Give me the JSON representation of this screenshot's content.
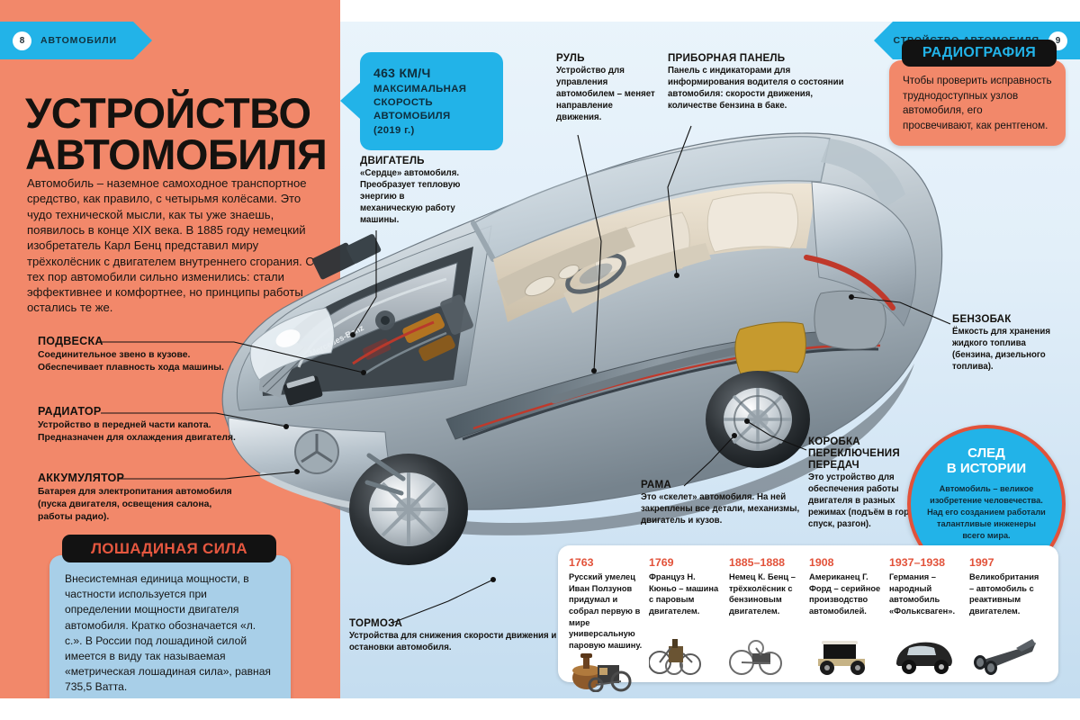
{
  "header": {
    "left_page": "8",
    "left_title": "АВТОМОБИЛИ",
    "right_title": "УСТРОЙСТВО АВТОМОБИЛЯ",
    "right_page": "9"
  },
  "headline": "УСТРОЙСТВО АВТОМОБИЛЯ",
  "intro": "Автомобиль – наземное самоходное транспортное средство, как правило, с четырьмя колёсами. Это чудо технической мысли, как ты уже знаешь, появилось в конце XIX века. В 1885 году немецкий изобретатель Карл Бенц представил миру трёхколёсник с двигателем внутреннего сгорания. С тех пор автомобили сильно изменились: стали эффективнее и комфортнее, но принципы работы остались те же.",
  "speed_flag": {
    "value": "463 КМ/Ч",
    "line1": "МАКСИМАЛЬНАЯ",
    "line2": "СКОРОСТЬ",
    "line3": "АВТОМОБИЛЯ",
    "line4": "(2019 г.)"
  },
  "callouts": [
    {
      "id": "suspension",
      "title": "ПОДВЕСКА",
      "text": "Соединительное звено в кузове. Обеспечивает плавность хода машины."
    },
    {
      "id": "radiator",
      "title": "РАДИАТОР",
      "text": "Устройство в передней части капота. Предназначен для охлаждения двигателя."
    },
    {
      "id": "battery",
      "title": "АККУМУЛЯТОР",
      "text": "Батарея для электропитания автомобиля (пуска двигателя, освещения салона, работы радио)."
    },
    {
      "id": "engine",
      "title": "ДВИГАТЕЛЬ",
      "text": "«Сердце» автомобиля. Преобразует тепловую энергию в механическую работу машины."
    },
    {
      "id": "wheel",
      "title": "РУЛЬ",
      "text": "Устройство для управления автомобилем – меняет направление движения."
    },
    {
      "id": "dash",
      "title": "ПРИБОРНАЯ ПАНЕЛЬ",
      "text": "Панель с индикаторами для информирования водителя о состоянии автомобиля: скорости движения, количестве бензина в баке."
    },
    {
      "id": "tank",
      "title": "БЕНЗОБАК",
      "text": "Ёмкость для хранения жидкого топлива (бензина, дизельного топлива)."
    },
    {
      "id": "gearbox",
      "title": "КОРОБКА ПЕРЕКЛЮЧЕНИЯ ПЕРЕДАЧ",
      "text": "Это устройство для обеспечения работы двигателя в разных режимах (подъём в гору, спуск, разгон)."
    },
    {
      "id": "frame",
      "title": "РАМА",
      "text": "Это «скелет» автомобиля. На ней закреплены все детали, механизмы, двигатель и кузов."
    },
    {
      "id": "brakes",
      "title": "ТОРМОЗА",
      "text": "Устройства для снижения скорости движения и остановки автомобиля."
    }
  ],
  "horsepower": {
    "title": "ЛОШАДИНАЯ СИЛА",
    "text": "Внесистемная единица мощности, в частности используется при определении мощности двигателя автомобиля. Кратко обозначается «л. с.». В России под лошадиной силой имеется в виду так называемая «метрическая лошадиная сила», равная 735,5 Ватта."
  },
  "radiography": {
    "title": "РАДИОГРАФИЯ",
    "text": "Чтобы проверить исправность труднодоступных узлов автомобиля, его просвечивают, как рентгеном."
  },
  "history_circle": {
    "title_line1": "СЛЕД",
    "title_line2": "В ИСТОРИИ",
    "text": "Автомобиль – великое изобретение человечества. Над его созданием работали талантливые инженеры всего мира."
  },
  "timeline": [
    {
      "year": "1763",
      "text": "Русский умелец Иван Ползунов придумал и собрал первую в мире универсальную паровую машину.",
      "icon": "steam-engine-machine-icon"
    },
    {
      "year": "1769",
      "text": "Француз Н. Кюньо – машина с паровым двигателем.",
      "icon": "steam-tricycle-icon"
    },
    {
      "year": "1885–1888",
      "text": "Немец К. Бенц – трёхколёсник с бензиновым двигателем.",
      "icon": "benz-tricycle-icon"
    },
    {
      "year": "1908",
      "text": "Американец Г. Форд – серийное производство автомобилей.",
      "icon": "ford-model-t-icon"
    },
    {
      "year": "1937–1938",
      "text": "Германия – народный автомобиль «Фольксваген».",
      "icon": "volkswagen-beetle-icon"
    },
    {
      "year": "1997",
      "text": "Великобритания – автомобиль с реактивным двигателем.",
      "icon": "jet-car-icon"
    }
  ],
  "car_illustration": {
    "badge_text": "Mercedes-Benz",
    "alt": "Разрезная схема легкового автомобиля"
  },
  "colors": {
    "orange": "#f2886a",
    "cyan": "#22b3e8",
    "red": "#e2523a",
    "dark": "#121212",
    "lightblue": "#a8cfe8"
  }
}
